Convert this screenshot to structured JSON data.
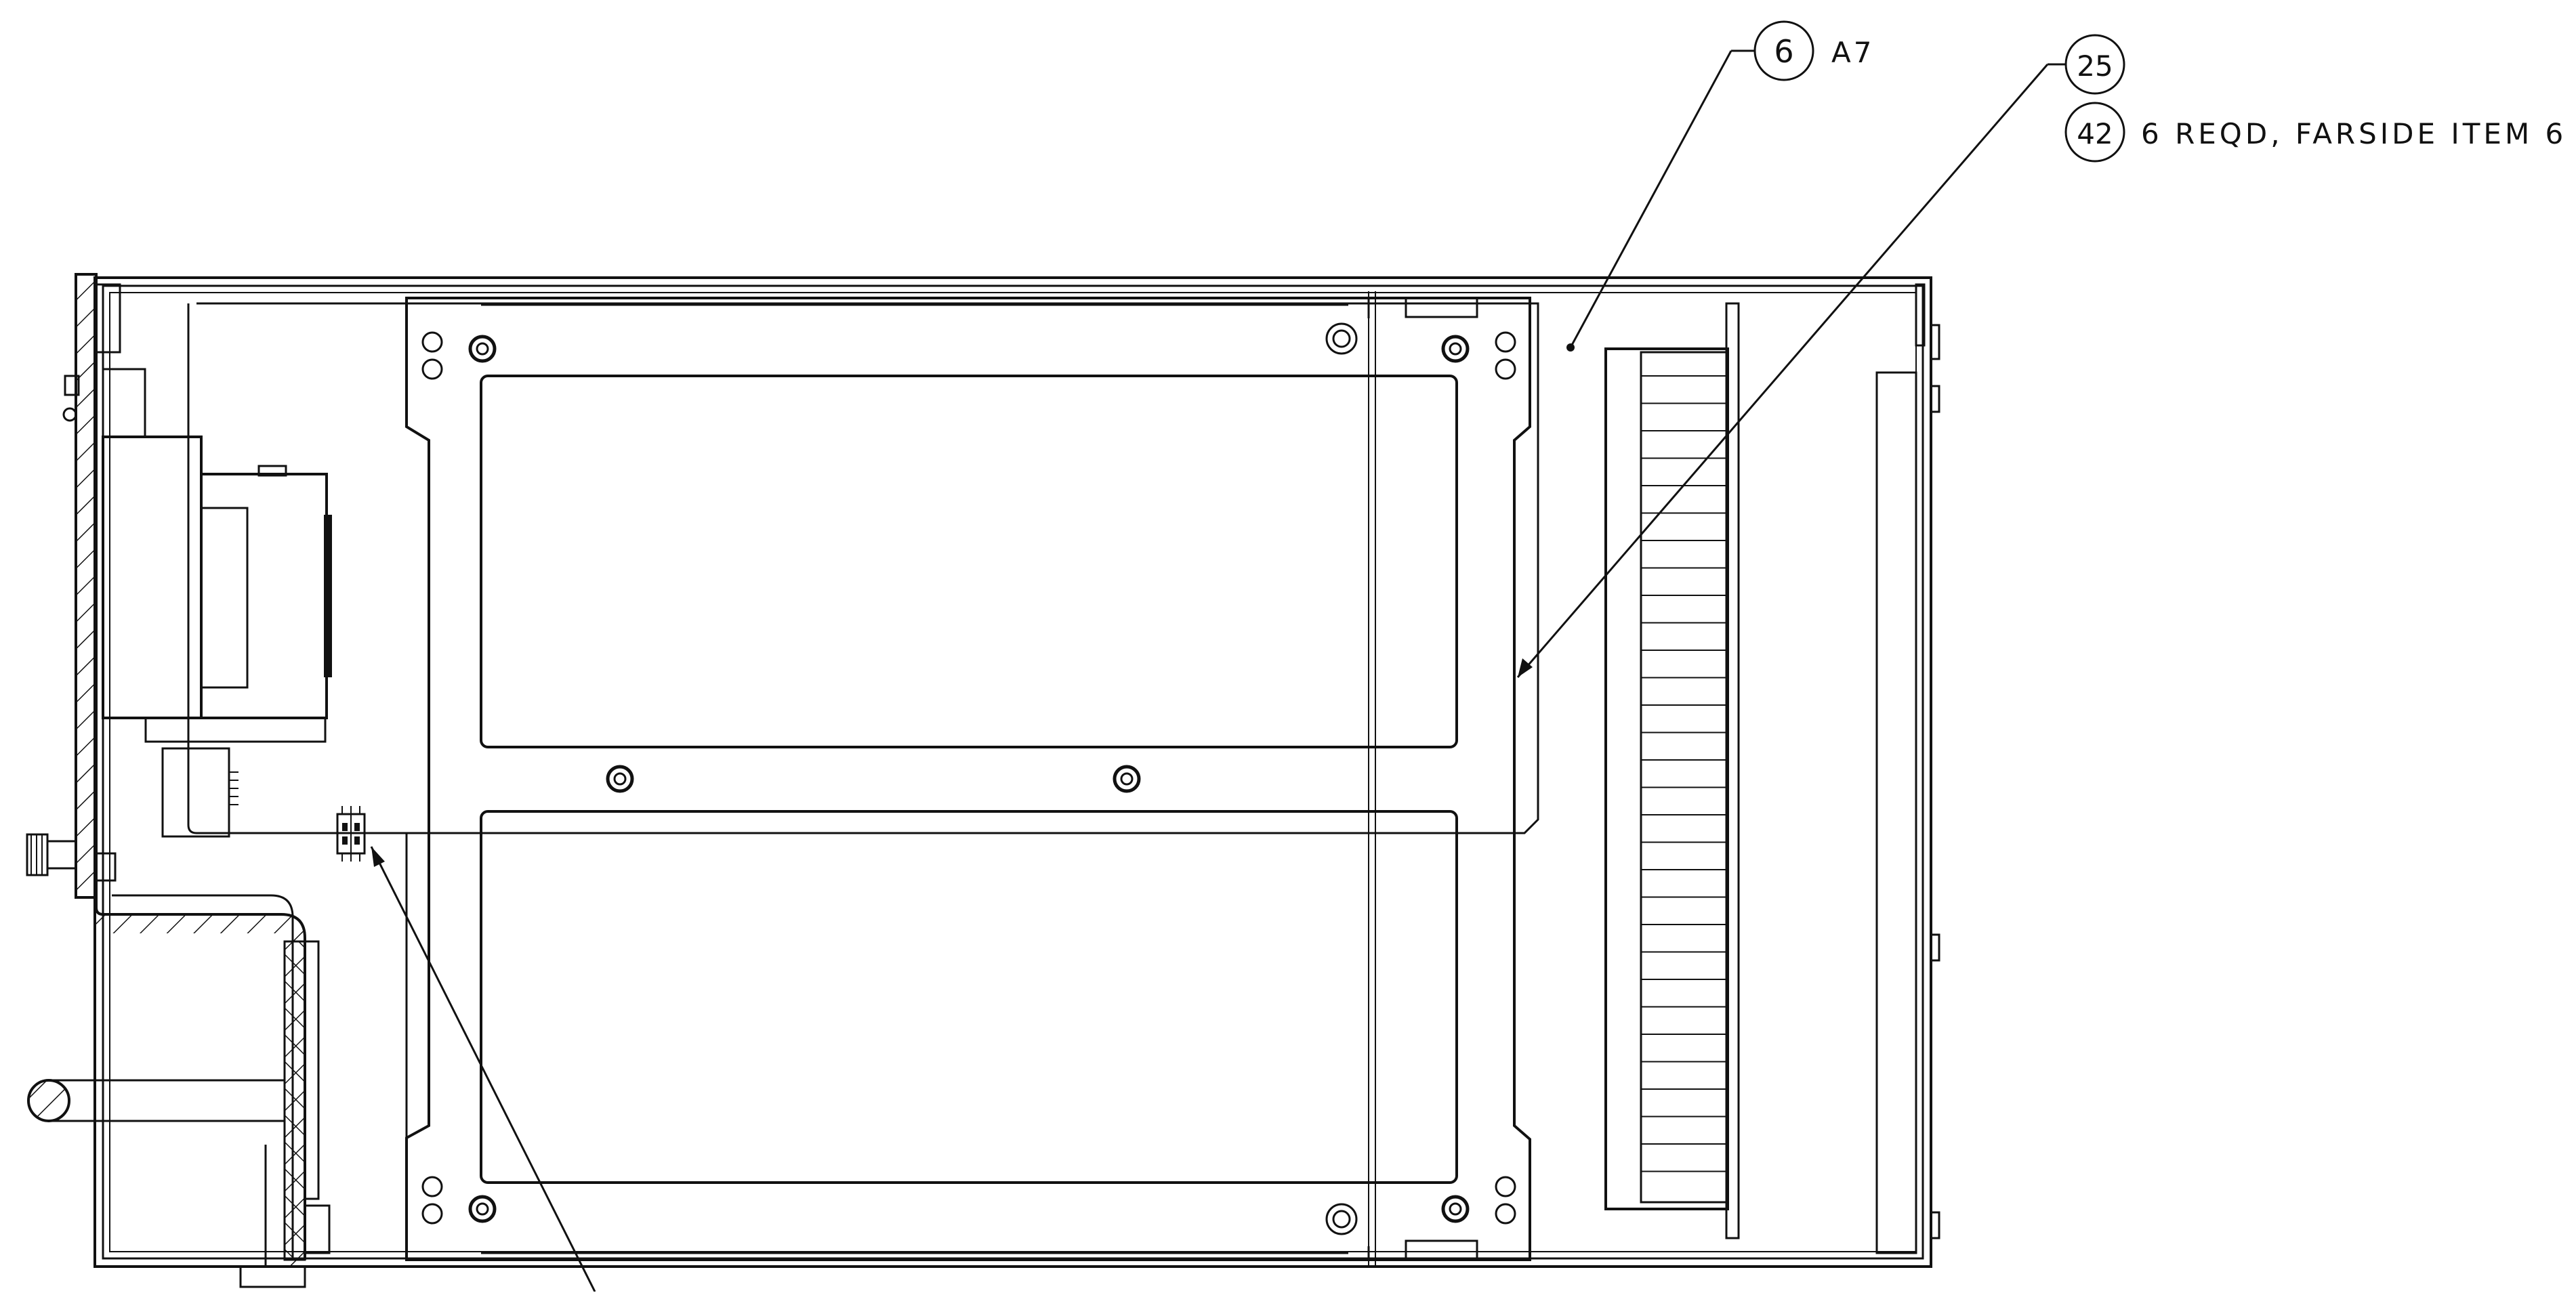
{
  "colors": {
    "line": "#111111",
    "background": "#ffffff"
  },
  "callouts": [
    {
      "id": "6",
      "note": "A7"
    },
    {
      "id": "25",
      "note": ""
    },
    {
      "id": "42",
      "note": "6 REQD, FARSIDE ITEM 6"
    }
  ]
}
